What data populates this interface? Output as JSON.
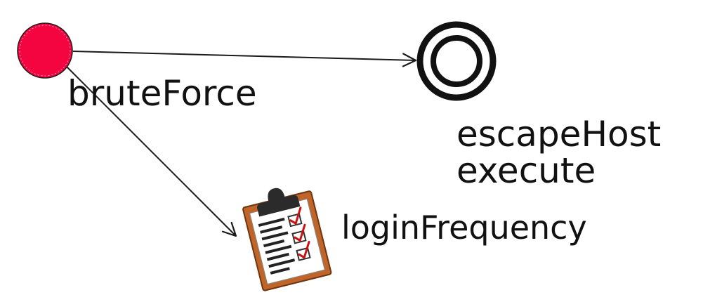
{
  "diagram": {
    "colors": {
      "start_fill": "#f5053f",
      "stroke": "#1a1a1a",
      "clipboard_board": "#c0652a",
      "clipboard_paper": "#ffffff",
      "clipboard_clip": "#2b2b2b",
      "check_mark": "#cc1111"
    },
    "nodes": {
      "start": {
        "label": "bruteForce",
        "kind": "initial-state"
      },
      "final": {
        "label_line1": "escapeHost",
        "label_line2": "execute",
        "kind": "final-state"
      },
      "observation": {
        "label": "loginFrequency",
        "icon": "clipboard-checklist-icon"
      }
    },
    "edges": [
      {
        "from": "start",
        "to": "final"
      },
      {
        "from": "start",
        "to": "observation"
      }
    ]
  }
}
